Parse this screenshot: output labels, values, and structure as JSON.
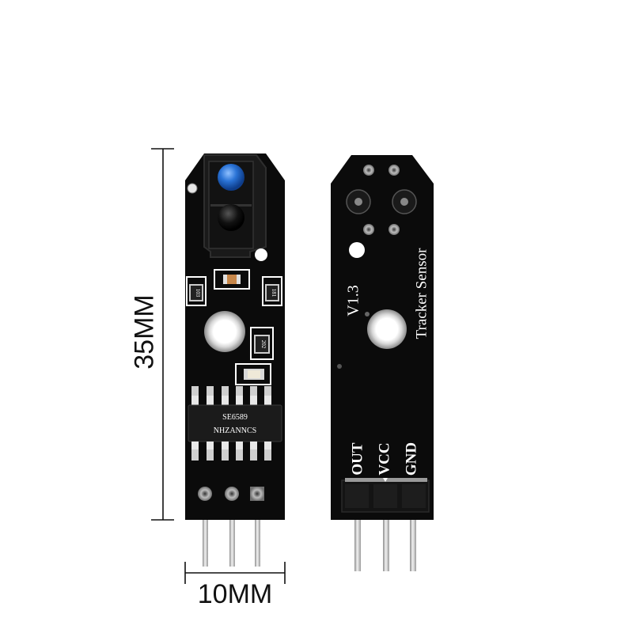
{
  "dimensions": {
    "height_label": "35MM",
    "width_label": "10MM"
  },
  "front_board": {
    "resistor_codes": [
      "103",
      "181",
      "202"
    ],
    "chip_marking_line1": "SE6589",
    "chip_marking_line2": "NHZANNCS"
  },
  "back_board": {
    "version": "V1.3",
    "product_name": "Tracker Sensor",
    "pins": [
      "OUT",
      "VCC",
      "GND"
    ]
  },
  "colors": {
    "pcb": "#0b0b0b",
    "silkscreen": "#ffffff",
    "ir_emitter": "#1e63c4",
    "pins": "#c9c9c9",
    "dimension_lines": "#111111"
  }
}
